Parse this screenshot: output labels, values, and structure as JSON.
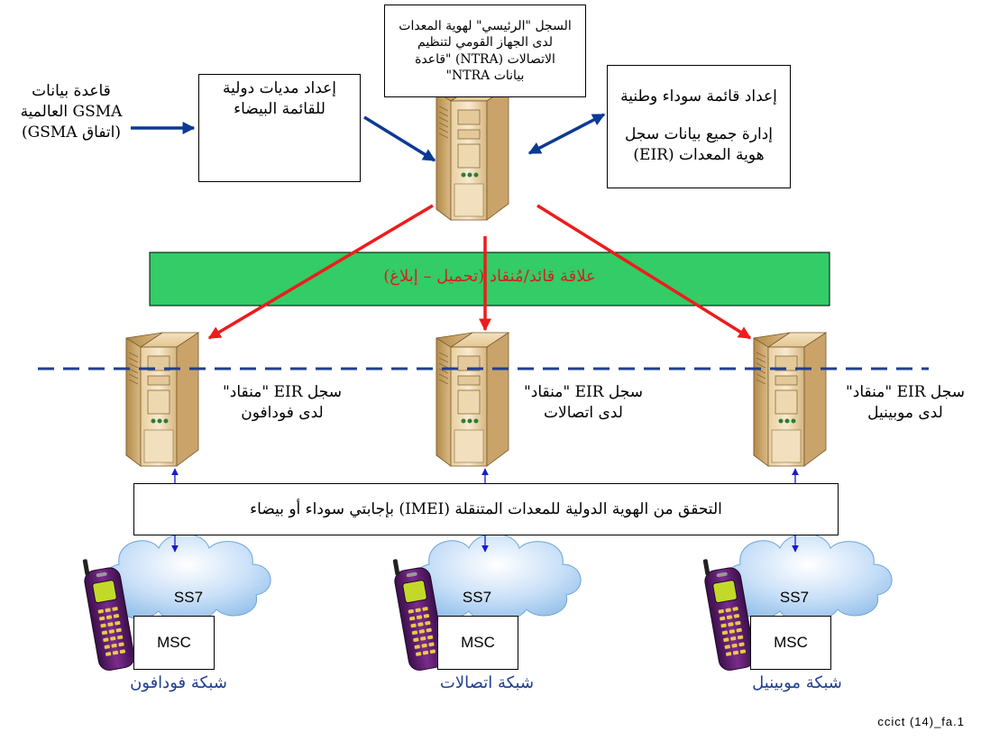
{
  "gsma_source": {
    "line1": "قاعدة بيانات",
    "line2": "GSMA العالمية",
    "line3": "(اتفاق GSMA)"
  },
  "whitelist_box": {
    "line1": "إعداد مديات دولية",
    "line2": "للقائمة البيضاء"
  },
  "central_register_box": {
    "line1": "السجل \"الرئيسي\" لهوية المعدات",
    "line2": "لدى الجهاز القومي لتنظيم",
    "line3": "الاتصالات (NTRA) \"قاعدة",
    "line4": "بيانات NTRA\""
  },
  "blacklist_box": {
    "line1": "إعداد قائمة سوداء وطنية",
    "line2": "إدارة جميع بيانات سجل",
    "line3": "هوية المعدات (EIR)"
  },
  "relation_bar": {
    "label": "علاقة قائد/مُنقاد (تحميل – إبلاغ)"
  },
  "slaves": [
    {
      "line1": "سجل EIR \"منقاد\"",
      "line2": "لدى فودافون"
    },
    {
      "line1": "سجل EIR \"منقاد\"",
      "line2": "لدى اتصالات"
    },
    {
      "line1": "سجل EIR \"منقاد\"",
      "line2": "لدى موبينيل"
    }
  ],
  "imei_check_box": {
    "label": "التحقق من الهوية الدولية للمعدات المتنقلة (IMEI) بإجابتي سوداء أو بيضاء"
  },
  "networks": [
    {
      "cloud": "SS7",
      "msc": "MSC",
      "name": "شبكة فودافون"
    },
    {
      "cloud": "SS7",
      "msc": "MSC",
      "name": "شبكة اتصالات"
    },
    {
      "cloud": "SS7",
      "msc": "MSC",
      "name": "شبكة موبينيل"
    }
  ],
  "figure_id": "ccict (14)_fa.1",
  "colors": {
    "blue_arrow": "#0b3a94",
    "red_arrow": "#ee1c1c",
    "relation_bar": "#33cc66",
    "relation_text": "#d62020",
    "dashed_line": "#1f3f8f",
    "network_name": "#1f3f8f",
    "double_arrow": "#1a1acc",
    "cloud": "#a9cdf2"
  }
}
